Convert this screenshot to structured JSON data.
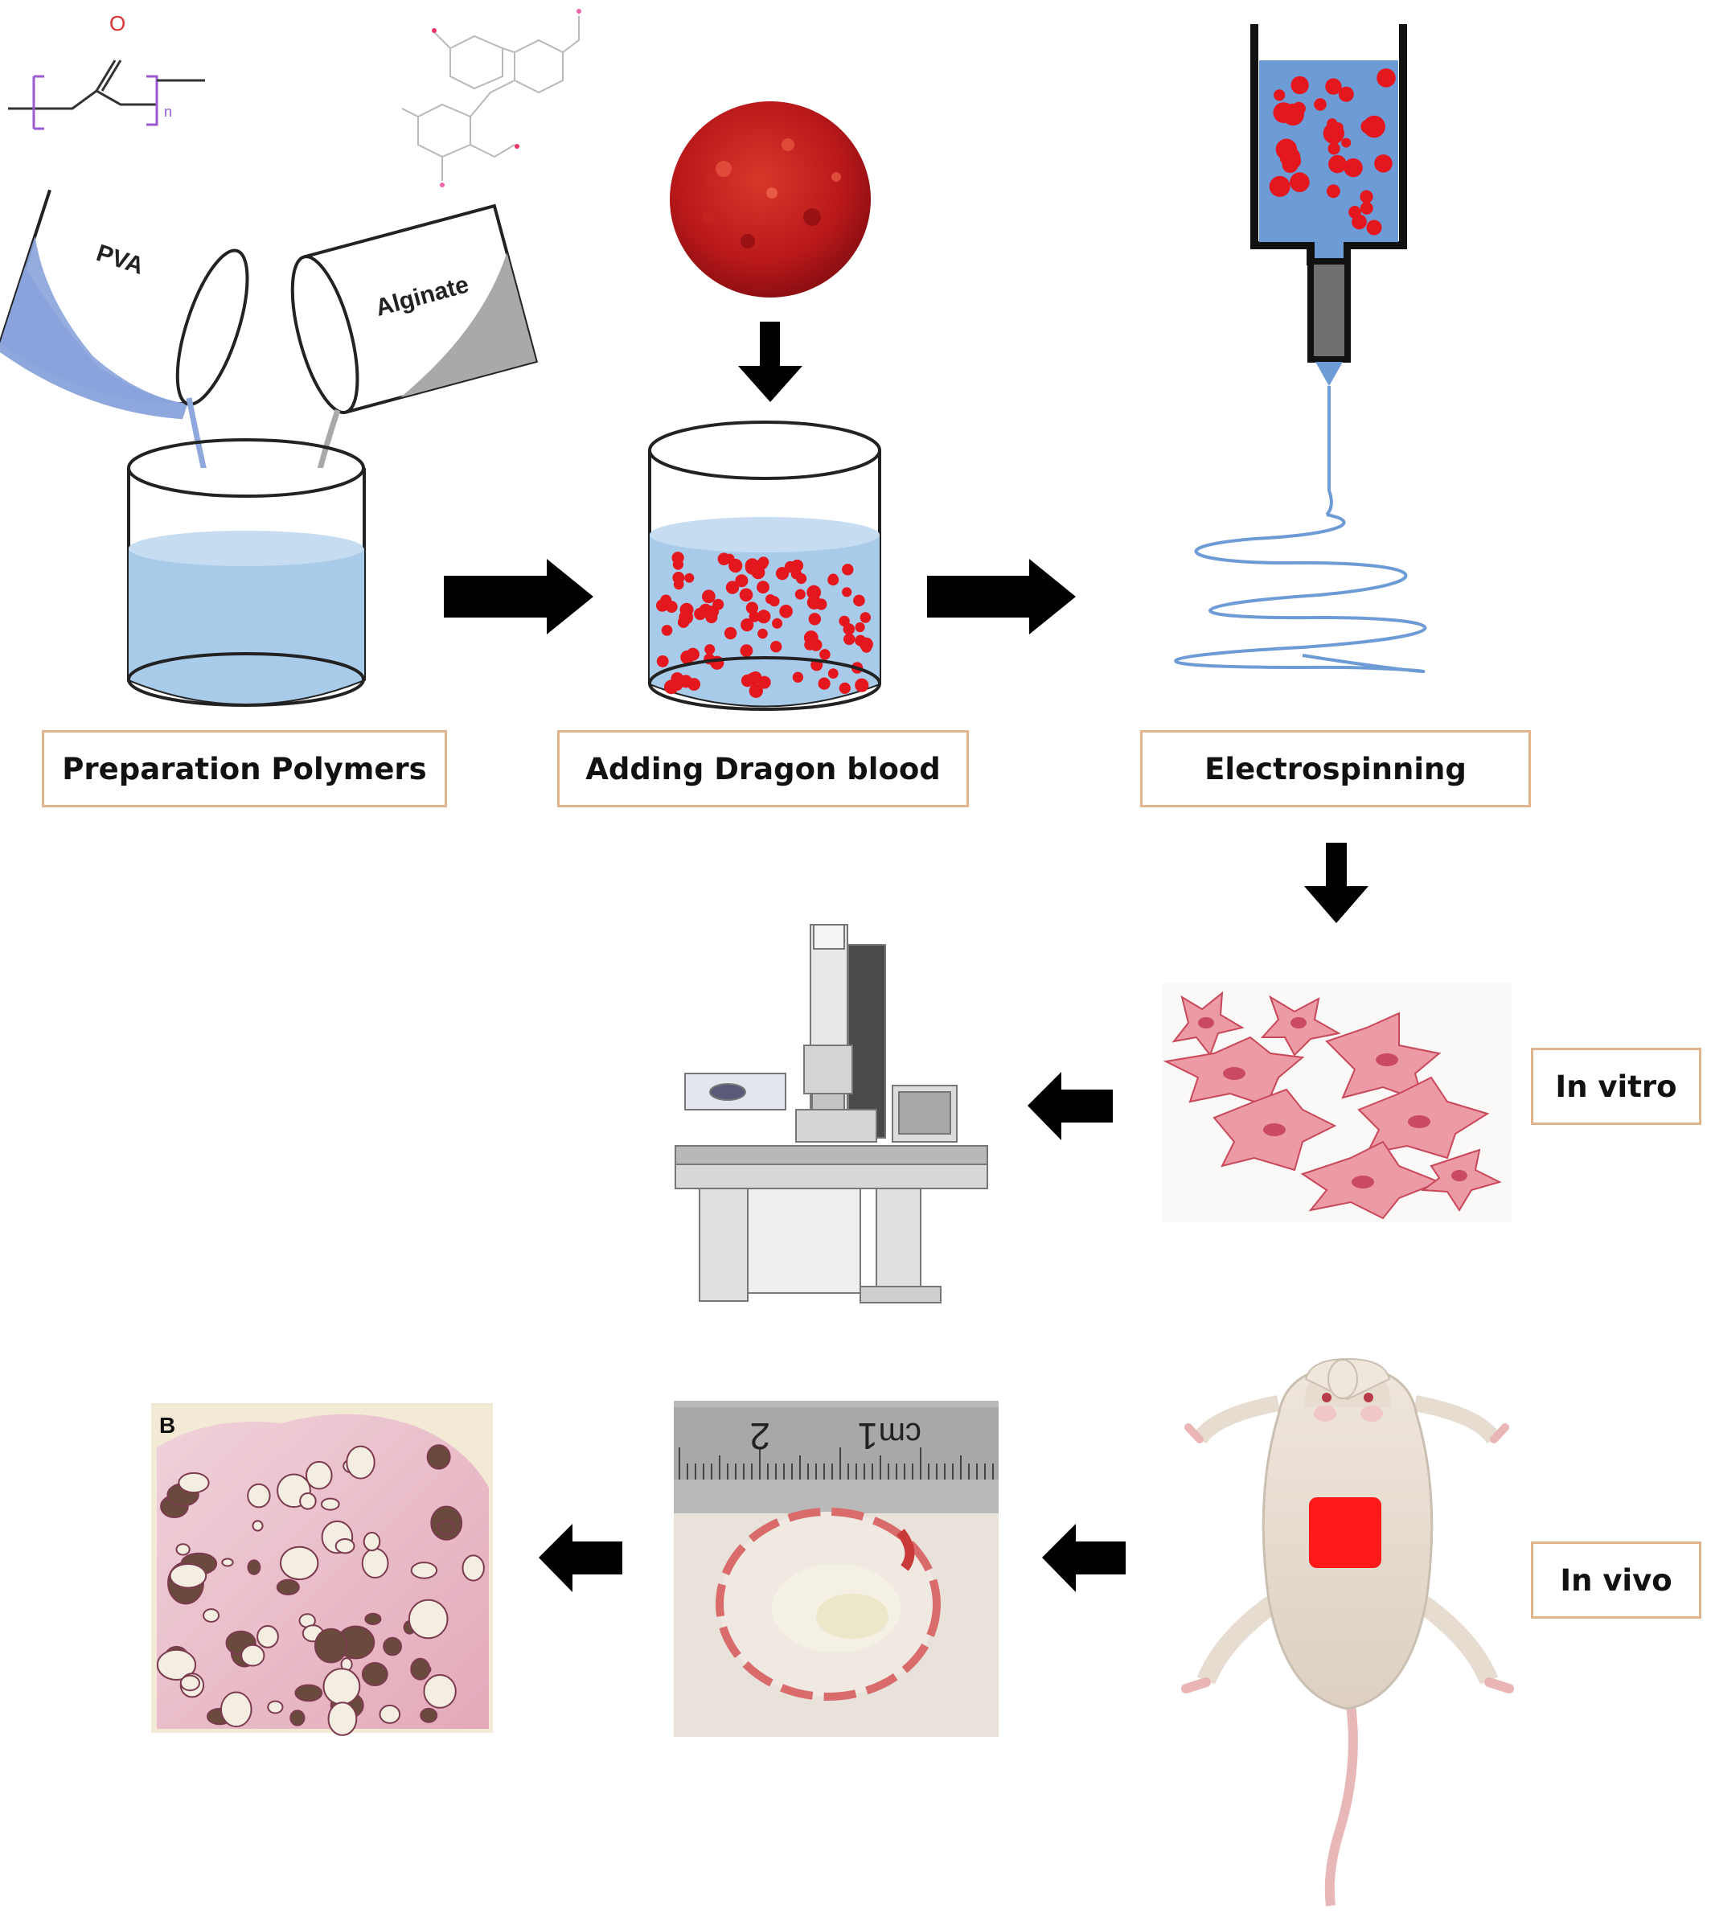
{
  "steps": {
    "preparation": "Preparation Polymers",
    "dragon_blood": "Adding Dragon blood",
    "electrospinning": "Electrospinning"
  },
  "evaluation": {
    "in_vitro": "In vitro",
    "in_vivo": "In vivo"
  },
  "beakers": {
    "pva": "PVA",
    "alginate": "Alginate"
  },
  "structure_labels": {
    "carbonyl_o": "O",
    "repeat_n": "n"
  },
  "ruler": {
    "mark_2": "2",
    "mark_1": "1",
    "unit": "cm"
  },
  "histology": {
    "panel_letter": "B"
  },
  "colors": {
    "label_border": "#e2b48d",
    "arrow": "#000000",
    "liquid_blue": "#a9cbea",
    "dragon_red": "#d4141b",
    "cell_pink": "#ec9aa6",
    "wound_red": "#ff1a1a"
  }
}
